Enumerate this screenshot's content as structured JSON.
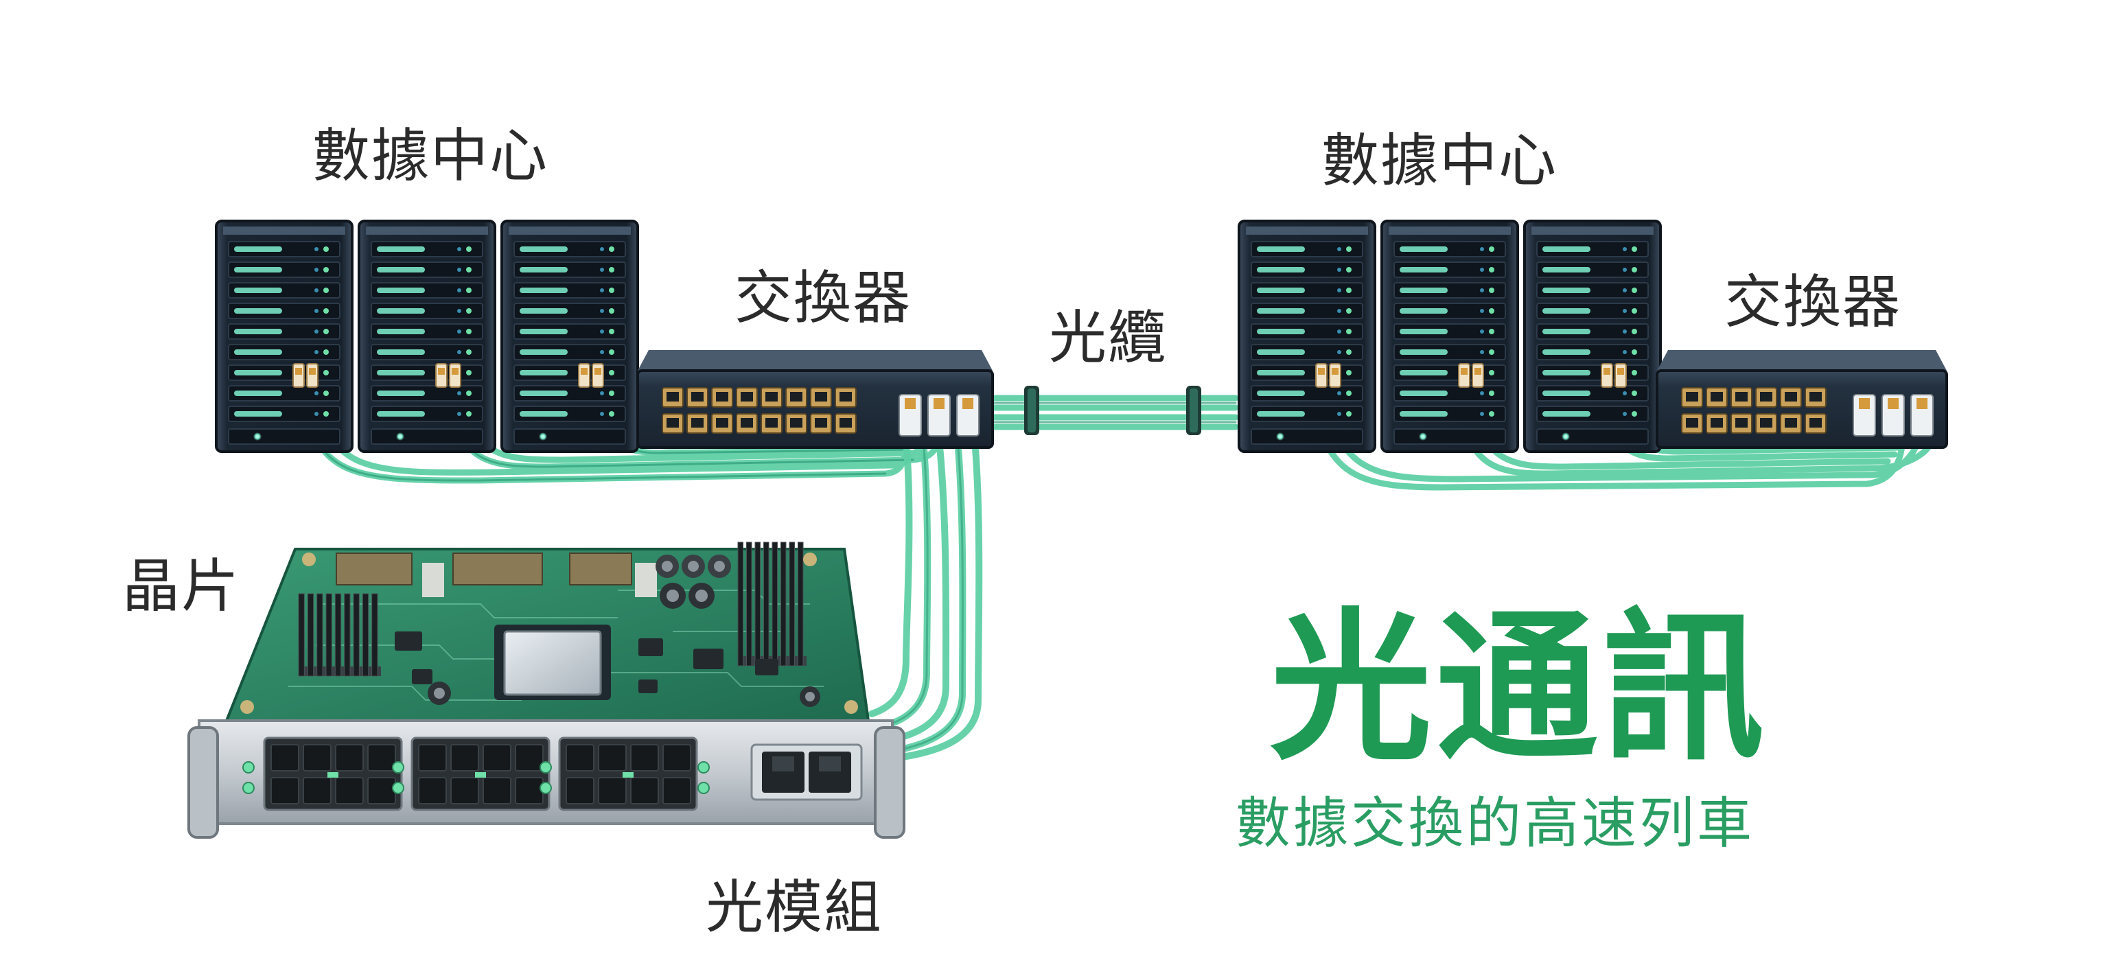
{
  "labels": {
    "datacenter_left": "數據中心",
    "datacenter_right": "數據中心",
    "switch_left": "交換器",
    "switch_right": "交換器",
    "cable": "光纜",
    "chip": "晶片",
    "optical_module": "光模組"
  },
  "title": "光通訊",
  "subtitle": "數據交換的高速列車",
  "colors": {
    "brand_green": "#1f9a55",
    "fiber": "#5fd0a6",
    "fiber_dark": "#2f9c7a",
    "server_body": "#1c2836",
    "led": "#7ff0d0",
    "pcb": "#2d7d5e",
    "metal": "#c9ced3"
  },
  "icons": [
    "server-rack-icon",
    "network-switch-icon",
    "fiber-cable-icon",
    "circuit-board-icon",
    "heatsink-icon",
    "processor-chip-icon",
    "optical-port-icon",
    "ethernet-port-icon"
  ]
}
